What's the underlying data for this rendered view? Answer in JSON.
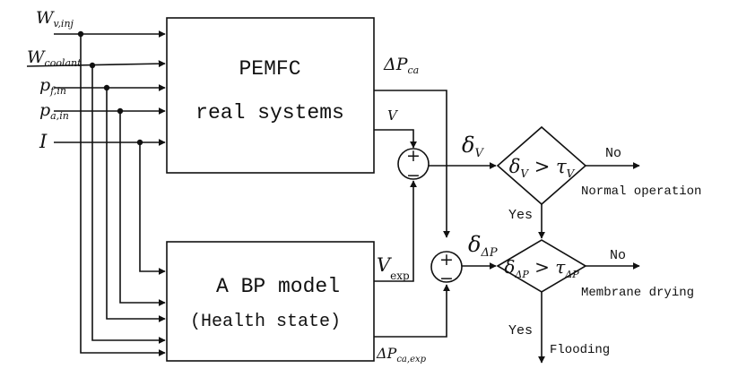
{
  "inputs": [
    {
      "main": "W",
      "sub": "v,inj"
    },
    {
      "main": "W",
      "sub": "coolant"
    },
    {
      "main": "p",
      "sub": "f,in"
    },
    {
      "main": "p",
      "sub": "a,in"
    },
    {
      "main": "I",
      "sub": ""
    }
  ],
  "blocks": {
    "real": {
      "line1": "PEMFC",
      "line2": "real systems"
    },
    "model": {
      "line1": "A BP model",
      "line2": "(Health state)"
    }
  },
  "signals": {
    "dp_ca": {
      "main": "ΔP",
      "sub": "ca"
    },
    "v": {
      "main": "V"
    },
    "v_exp": {
      "main": "V",
      "sub": "exp"
    },
    "dp_ca_exp": {
      "main": "ΔP",
      "sub": "ca,exp"
    },
    "delta_v": {
      "main": "δ",
      "sub": "V"
    },
    "delta_dp": {
      "main": "δ",
      "sub": "ΔP"
    }
  },
  "summing": {
    "plus": "+",
    "minus": "−"
  },
  "decisions": [
    {
      "lhs": "δ",
      "lhs_sub": "V",
      "op": " > ",
      "rhs": "τ",
      "rhs_sub": "V"
    },
    {
      "lhs": "δ",
      "lhs_sub": "ΔP",
      "op": " > ",
      "rhs": "τ",
      "rhs_sub": "ΔP"
    }
  ],
  "labels": {
    "no_1": "No",
    "no_2": "No",
    "yes_1": "Yes",
    "yes_2": "Yes"
  },
  "outcomes": {
    "normal": "Normal operation",
    "drying": "Membrane drying",
    "flooding": "Flooding"
  }
}
